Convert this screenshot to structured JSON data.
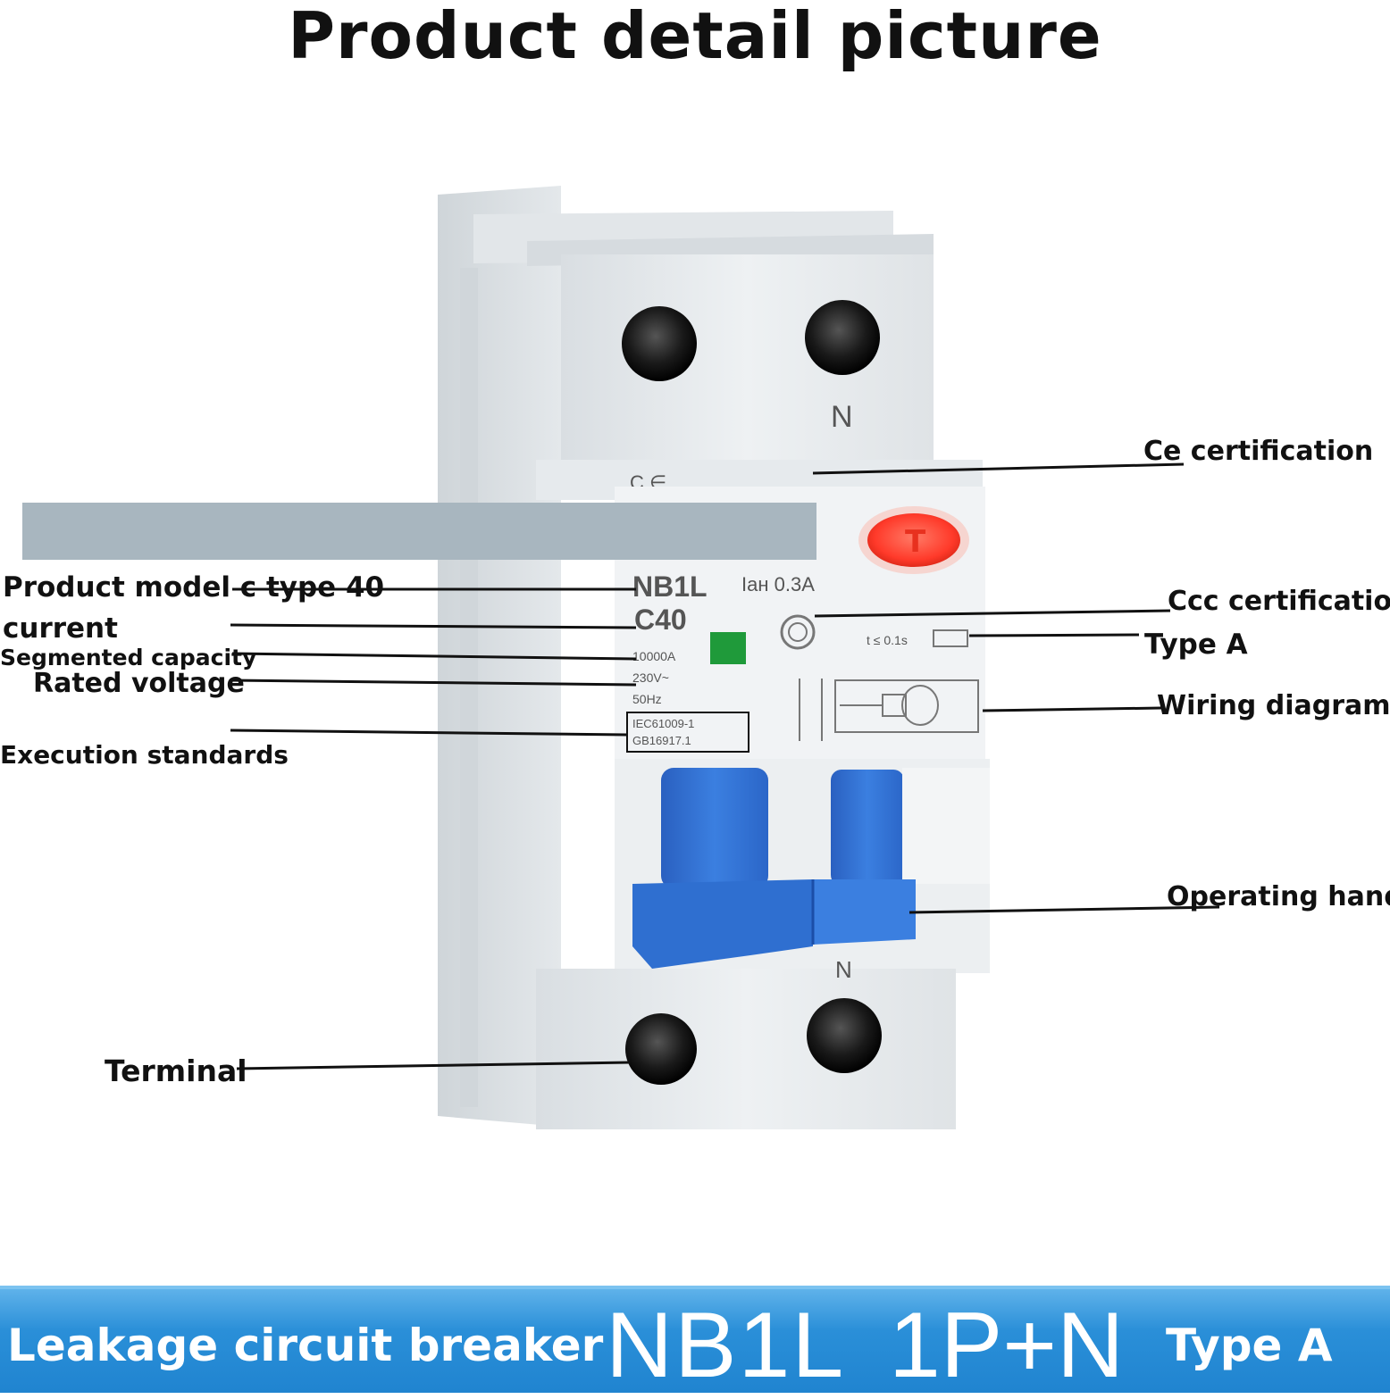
{
  "header": {
    "title": "Product detail picture"
  },
  "device": {
    "model": "NB1L",
    "residual_current": "Iан 0.3A",
    "rating": "C40",
    "breaking_capacity": "10000A",
    "voltage": "230V~",
    "frequency": "50Hz",
    "standard_1": "IEC61009-1",
    "standard_2": "GB16917.1",
    "trip_time": "t ≤ 0.1s",
    "test_button": "T",
    "terminal_mark": "N"
  },
  "callouts": {
    "ce": "Ce certification",
    "model": "Product model c type 40",
    "current": "current",
    "capacity": "Segmented capacity",
    "voltage": "Rated voltage",
    "standards": "Execution standards",
    "ccc": "Ccc certification",
    "type_a": "Type A",
    "wiring": "Wiring diagram",
    "handle": "Operating handl",
    "terminal": "Terminal"
  },
  "banner": {
    "product": "Leakage circuit breaker",
    "model": "NB1L",
    "poles": "1P+N",
    "type": "Type A"
  },
  "colors": {
    "banner_blue": "#2a8fd8",
    "handle_blue": "#2f6fd0",
    "test_button_red": "#ff4a3a",
    "indicator_green": "#1f9a3a",
    "body_gray": "#e9edf0"
  }
}
